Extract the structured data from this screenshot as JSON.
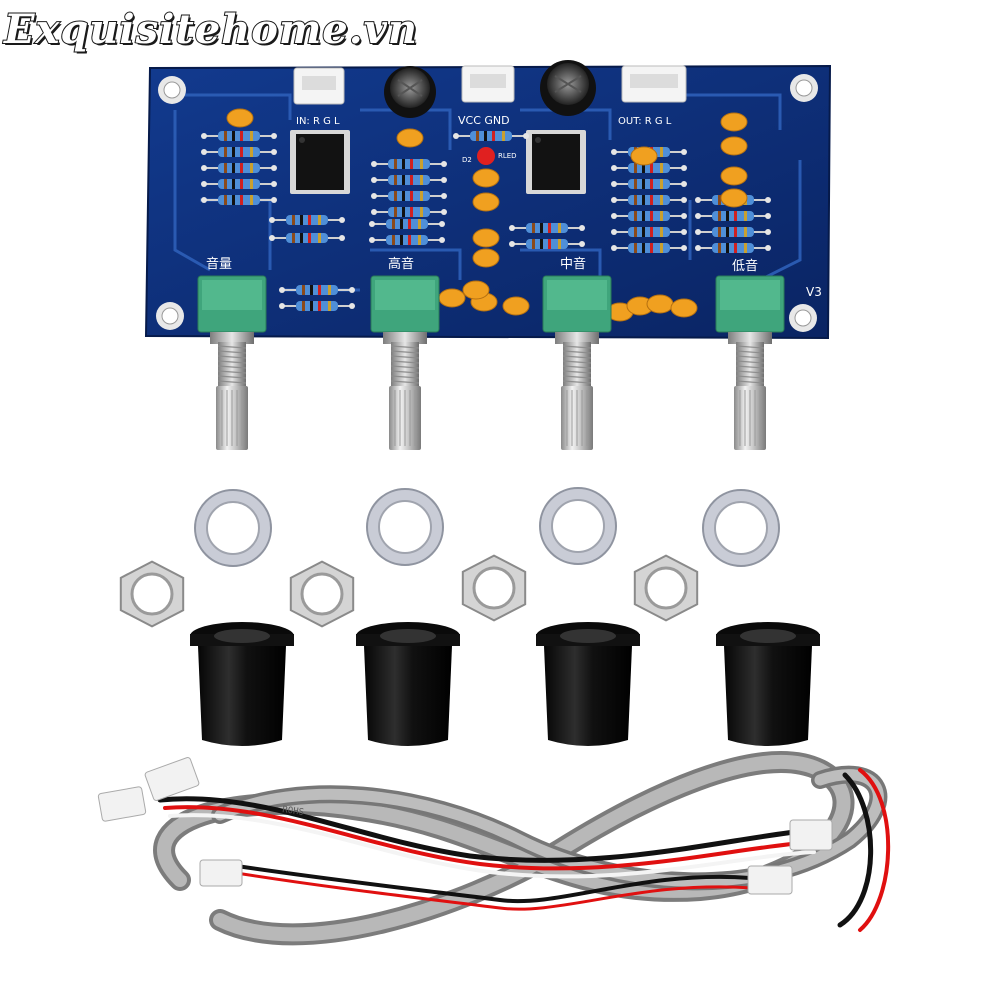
{
  "watermark": "Exquisitehome.vn",
  "board": {
    "input_label": "IN: R  G  L",
    "power_label": "VCC GND",
    "output_label": "OUT: R  G  L",
    "led_label": "RLED",
    "led_ref": "D2",
    "version": "V3",
    "knob_labels": [
      "音量",
      "高音",
      "中音",
      "低音"
    ],
    "colors": {
      "pcb": "#0d2f7a",
      "trace": "#2d5fb8",
      "pot": "#3fa57c",
      "capacitor": "#f0a020",
      "led": "#e02020"
    }
  },
  "cable": {
    "print": "ROHS"
  },
  "icons": {
    "pot": "potentiometer-icon",
    "washer": "washer-icon",
    "nut": "hex-nut-icon",
    "knob": "knob-cap-icon",
    "connector": "jst-connector-icon"
  }
}
